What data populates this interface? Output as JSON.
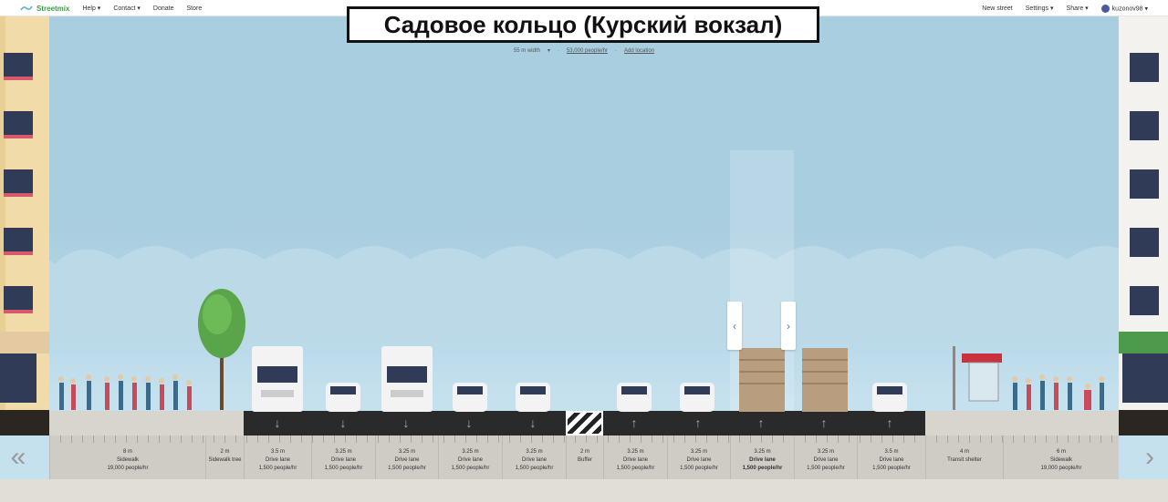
{
  "app": {
    "logo_text": "Streetmix",
    "nav_left": [
      "Help ▾",
      "Contact ▾",
      "Donate",
      "Store"
    ],
    "nav_right": [
      "New street",
      "Settings ▾",
      "Share ▾"
    ],
    "user": "kuzonov98 ▾"
  },
  "street": {
    "title": "Садовое кольцо (Курский вокзал)",
    "width_label": "55 m width",
    "width_caret": "▾",
    "capacity_label": "53,000 people/hr",
    "location_label": "Add location",
    "separator": "·"
  },
  "segments": [
    {
      "width": "8 m",
      "name": "Sidewalk",
      "capacity": "19,000 people/hr"
    },
    {
      "width": "2 m",
      "name": "Sidewalk tree",
      "capacity": ""
    },
    {
      "width": "3.5 m",
      "name": "Drive lane",
      "capacity": "1,500 people/hr"
    },
    {
      "width": "3.25 m",
      "name": "Drive lane",
      "capacity": "1,500 people/hr"
    },
    {
      "width": "3.25 m",
      "name": "Drive lane",
      "capacity": "1,500 people/hr"
    },
    {
      "width": "3.25 m",
      "name": "Drive lane",
      "capacity": "1,500 people/hr"
    },
    {
      "width": "3.25 m",
      "name": "Drive lane",
      "capacity": "1,500 people/hr"
    },
    {
      "width": "2 m",
      "name": "Buffer",
      "capacity": ""
    },
    {
      "width": "3.25 m",
      "name": "Drive lane",
      "capacity": "1,500 people/hr"
    },
    {
      "width": "3.25 m",
      "name": "Drive lane",
      "capacity": "1,500 people/hr"
    },
    {
      "width": "3.25 m",
      "name": "Drive lane",
      "capacity": "1,500 people/hr"
    },
    {
      "width": "3.25 m",
      "name": "Drive lane",
      "capacity": "1,500 people/hr"
    },
    {
      "width": "3.5 m",
      "name": "Drive lane",
      "capacity": "1,500 people/hr"
    },
    {
      "width": "4 m",
      "name": "Transit shelter",
      "capacity": ""
    },
    {
      "width": "6 m",
      "name": "Sidewalk",
      "capacity": "19,000 people/hr"
    }
  ],
  "icons": {
    "scroll_left": "chevron-double-left-icon",
    "scroll_right": "chevron-right-icon",
    "handle_left": "chevron-left-icon",
    "handle_right": "chevron-right-icon"
  },
  "nav_glyphs": {
    "scroll_left": "«",
    "scroll_right": "›",
    "handle_left": "‹",
    "handle_right": "›"
  },
  "colors": {
    "brand": "#3f9b4a",
    "sky": "#a9cee0",
    "road": "#2a2a2a",
    "sidewalk": "#d8d5ce"
  }
}
